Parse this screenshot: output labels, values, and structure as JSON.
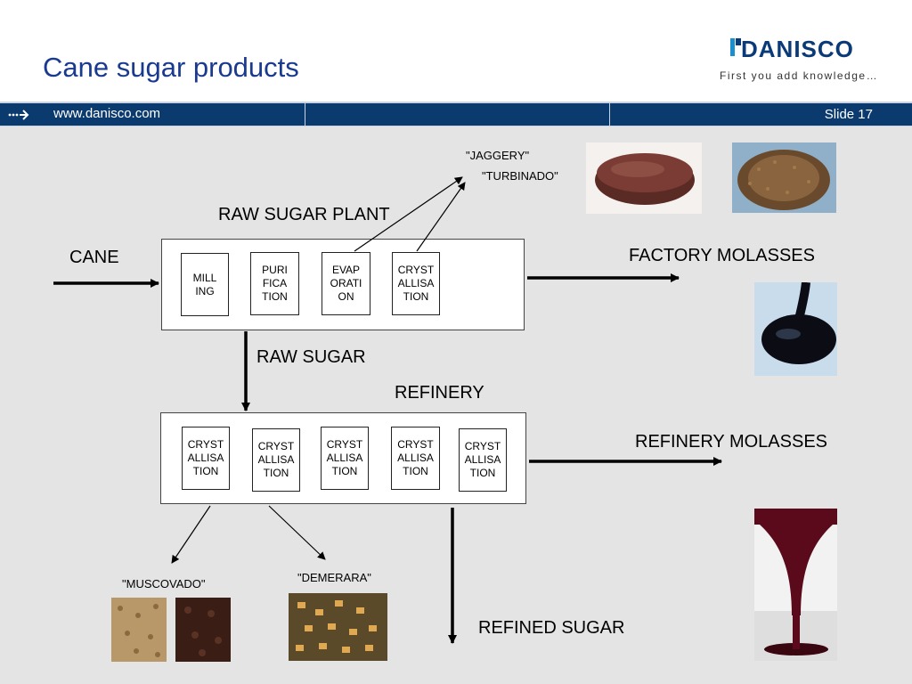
{
  "header": {
    "title": "Cane sugar products"
  },
  "logo": {
    "name": "DANISCO",
    "tagline": "First you add knowledge…"
  },
  "band": {
    "url": "www.danisco.com",
    "slide": "Slide 17"
  },
  "diagram": {
    "inputs": {
      "cane": "CANE"
    },
    "raw_plant": {
      "label": "RAW SUGAR PLANT",
      "steps": [
        "MILL\nING",
        "PURI\nFICA\nTION",
        "EVAP\nORATI\nON",
        "CRYST\nALLISA\nTION"
      ]
    },
    "raw_sugar": "RAW SUGAR",
    "refinery": {
      "label": "REFINERY",
      "steps": [
        "CRYST\nALLISA\nTION",
        "CRYST\nALLISA\nTION",
        "CRYST\nALLISA\nTION",
        "CRYST\nALLISA\nTION",
        "CRYST\nALLISA\nTION"
      ]
    },
    "outputs": {
      "jaggery": "\"JAGGERY\"",
      "turbinado": "\"TURBINADO\"",
      "factory_molasses": "FACTORY MOLASSES",
      "refinery_molasses": "REFINERY MOLASSES",
      "muscovado": "\"MUSCOVADO\"",
      "demerara": "\"DEMERARA\"",
      "refined_sugar": "REFINED SUGAR"
    },
    "colors": {
      "title": "#1a3a8f",
      "band": "#0a3a6e",
      "canvas": "#e4e4e4"
    }
  }
}
